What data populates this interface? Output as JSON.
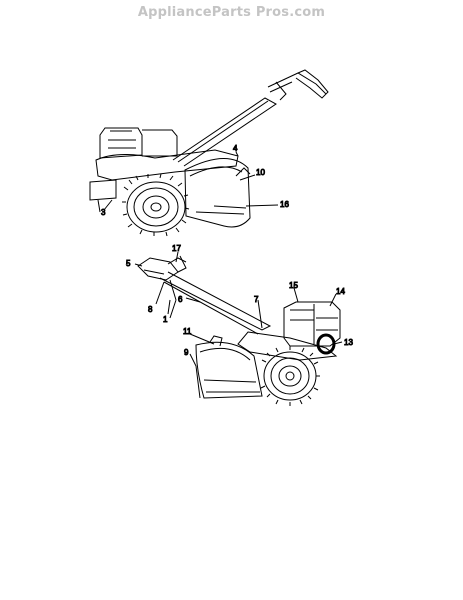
{
  "watermark": "ApplianceParts Pros.com",
  "diagram": {
    "top_view_callouts": [
      "3",
      "4",
      "10",
      "16"
    ],
    "bottom_view_callouts": [
      "5",
      "17",
      "8",
      "1",
      "6",
      "7",
      "15",
      "14",
      "13",
      "11",
      "9"
    ]
  }
}
